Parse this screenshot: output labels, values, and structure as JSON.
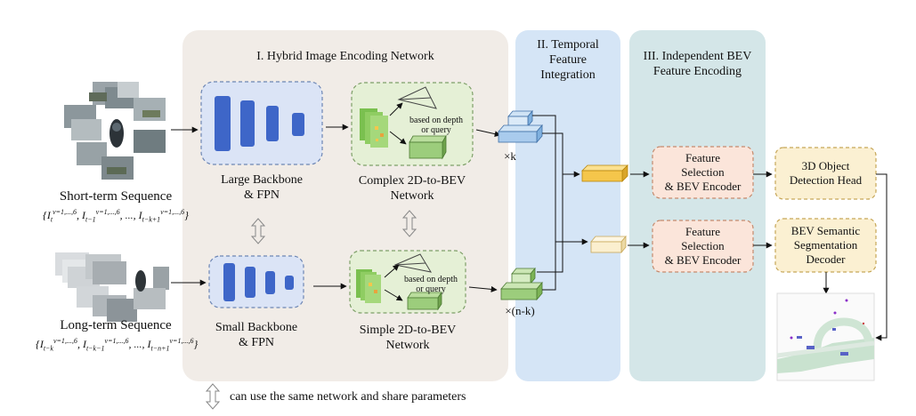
{
  "sections": {
    "hybrid": "I. Hybrid Image Encoding Network",
    "temporal": [
      "II. Temporal",
      "Feature",
      "Integration"
    ],
    "independent": [
      "III. Independent BEV",
      "Feature Encoding"
    ]
  },
  "inputs": {
    "short_term": "Short-term Sequence",
    "long_term": "Long-term Sequence"
  },
  "blocks": {
    "large_backbone": [
      "Large Backbone",
      "& FPN"
    ],
    "small_backbone": [
      "Small Backbone",
      "& FPN"
    ],
    "complex_bev": [
      "Complex 2D-to-BEV",
      "Network"
    ],
    "simple_bev": [
      "Simple 2D-to-BEV",
      "Network"
    ],
    "based_on": [
      "based on depth",
      "or query"
    ],
    "feature_selection": [
      "Feature",
      "Selection",
      "& BEV Encoder"
    ],
    "detection_head": [
      "3D Object",
      "Detection Head"
    ],
    "segmentation_decoder": [
      "BEV Semantic",
      "Segmentation",
      "Decoder"
    ]
  },
  "multipliers": {
    "short": "×k",
    "long": "×(n-k)"
  },
  "legend": "can use the same network and share parameters",
  "colors": {
    "hybrid_bg": "#f1ece7",
    "temporal_bg": "#d5e5f6",
    "independent_bg": "#d4e6e8",
    "backbone_box": "#dbe4f6",
    "backbone_bar": "#3e66c8",
    "bev_box": "#e5f0d6",
    "feature_box": "#fbe5da",
    "head_box": "#fbf0d2",
    "cube_blue": "#a9cbed",
    "cube_green": "#9ccd7c",
    "cube_yellow": "#f5c64b",
    "cube_cream": "#fbefcf"
  }
}
